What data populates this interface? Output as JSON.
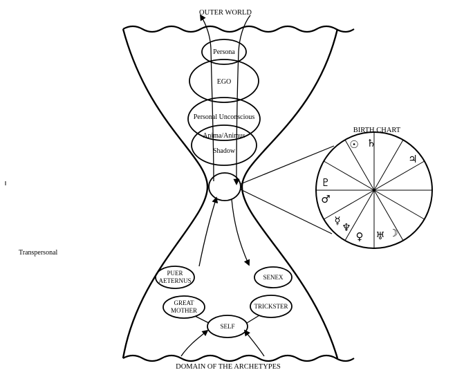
{
  "diagram": {
    "outer_world": "OUTER WORLD",
    "domain_archetypes": "DOMAIN OF THE ARCHETYPES",
    "transpersonal": "Transpersonal",
    "birth_chart": "BIRTH CHART",
    "upper_nodes": {
      "persona": "Persona",
      "ego": "EGO",
      "personal_unconscious": "Personal Unconscious",
      "anima_animus": "Anima/Animus",
      "shadow": "Shadow"
    },
    "archetypes": {
      "puer_line1": "PUER",
      "puer_line2": "AETERNUS",
      "great_mother_line1": "GREAT",
      "great_mother_line2": "MOTHER",
      "senex": "SENEX",
      "trickster": "TRICKSTER",
      "self": "SELF"
    },
    "chart_glyphs": [
      {
        "name": "sun",
        "symbol": "☉"
      },
      {
        "name": "saturn",
        "symbol": "♄"
      },
      {
        "name": "jupiter",
        "symbol": "♃"
      },
      {
        "name": "pluto",
        "symbol": "♇"
      },
      {
        "name": "mars",
        "symbol": "♂"
      },
      {
        "name": "mercury",
        "symbol": "☿"
      },
      {
        "name": "neptune",
        "symbol": "♆"
      },
      {
        "name": "venus",
        "symbol": "♀"
      },
      {
        "name": "uranus",
        "symbol": "♅"
      },
      {
        "name": "moon",
        "symbol": "☽"
      }
    ]
  }
}
